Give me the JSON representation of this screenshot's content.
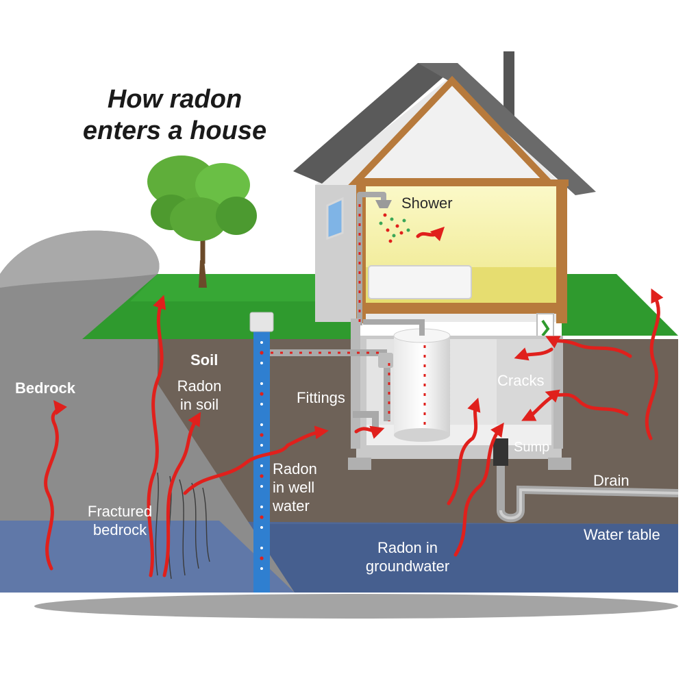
{
  "title": {
    "line1": "How radon",
    "line2": "enters a house"
  },
  "labels": {
    "shower": "Shower",
    "windows": "Windows",
    "soil": "Soil",
    "radon_in_soil": {
      "line1": "Radon",
      "line2": "in soil"
    },
    "bedrock": "Bedrock",
    "fittings": "Fittings",
    "cracks": "Cracks",
    "sump": "Sump",
    "radon_in_well_water": {
      "line1": "Radon",
      "line2": "in well",
      "line3": "water"
    },
    "drain": "Drain",
    "fractured_bedrock": {
      "line1": "Fractured",
      "line2": "bedrock"
    },
    "water_table": "Water table",
    "radon_in_groundwater": {
      "line1": "Radon in",
      "line2": "groundwater"
    }
  },
  "colors": {
    "radon_arrow": "#e0201c",
    "soil": "#6e6258",
    "bedrock": "#8c8c8c",
    "groundwater": "#4f6898",
    "grass": "#2f9a2e",
    "roof": "#5a5a5a",
    "room": "#f6f2a0",
    "well_pipe": "#2f7fd0"
  }
}
